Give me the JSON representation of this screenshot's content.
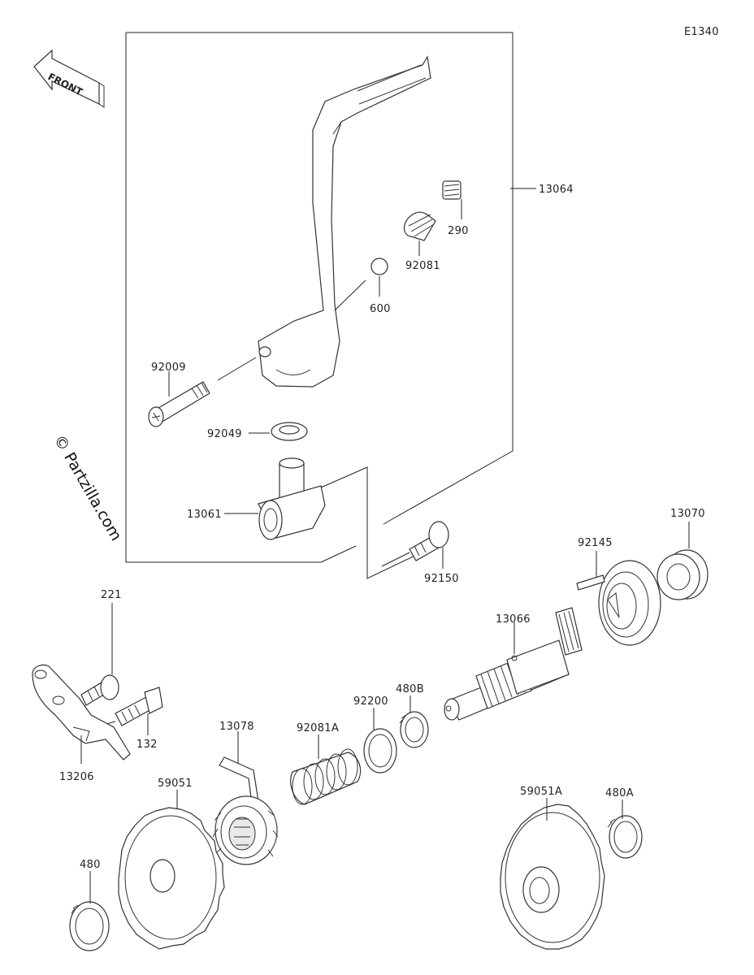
{
  "diagram_code": "E1340",
  "watermark": "© Partzilla.com",
  "front_label": "FRONT",
  "labels": {
    "p13064": "13064",
    "p290": "290",
    "p92081": "92081",
    "p600": "600",
    "p92009": "92009",
    "p92049": "92049",
    "p13061": "13061",
    "p92150": "92150",
    "p13070": "13070",
    "p92145": "92145",
    "p13066": "13066",
    "p221": "221",
    "p132": "132",
    "p480B": "480B",
    "p92200": "92200",
    "p92081A": "92081A",
    "p13078": "13078",
    "p13206": "13206",
    "p59051": "59051",
    "p59051A": "59051A",
    "p480A": "480A",
    "p480": "480"
  }
}
